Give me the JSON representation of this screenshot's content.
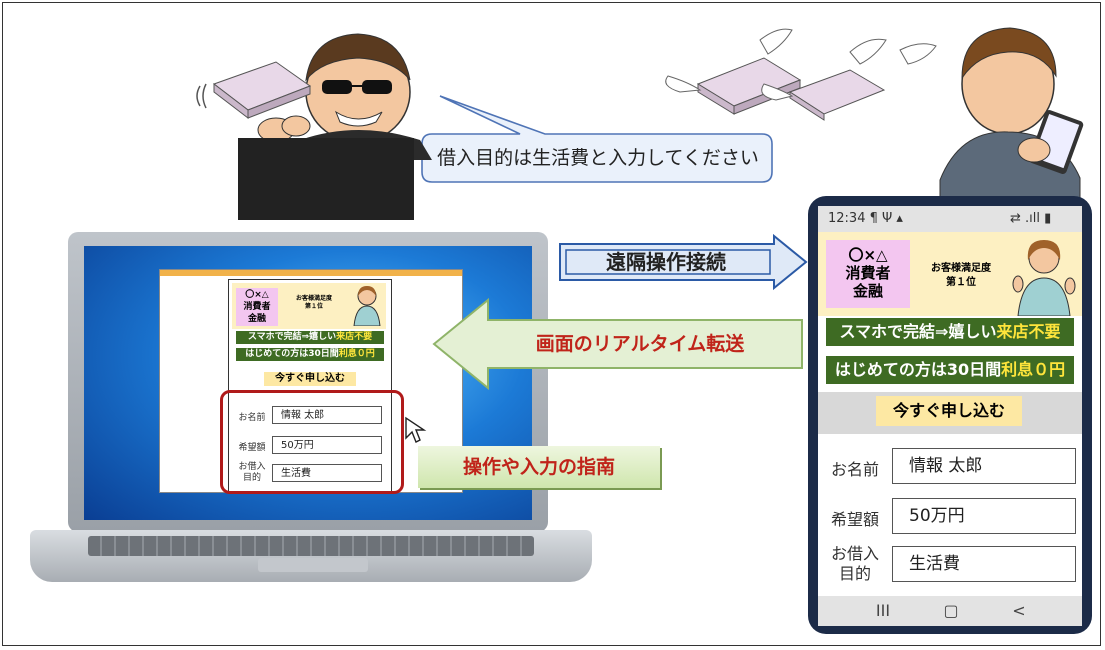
{
  "speech": {
    "text": "借入目的は生活費と入力してください"
  },
  "arrows": {
    "remote": "遠隔操作接続",
    "transfer": "画面のリアルタイム転送",
    "guide": "操作や入力の指南"
  },
  "app": {
    "logo_line1": "〇×△",
    "logo_line2": "消費者",
    "logo_line3": "金融",
    "satisfaction_line1": "お客様満足度",
    "satisfaction_line2": "第１位",
    "band1_pre": "スマホで完結⇒嬉しい",
    "band1_hl": "来店不要",
    "band2_pre": "はじめての方は30日間",
    "band2_hl": "利息０円",
    "apply_button": "今すぐ申し込む",
    "fields": [
      {
        "label": "お名前",
        "value": "情報 太郎"
      },
      {
        "label": "希望額",
        "value": "50万円"
      },
      {
        "label_line1": "お借入",
        "label_line2": "目的",
        "value": "生活費"
      }
    ]
  },
  "phone": {
    "time": "12:34",
    "status_icons": "¶ Ψ ▴",
    "signal_icons": "⇄ .ıll ▮",
    "nav_recent": "III",
    "nav_home": "▢",
    "nav_back": "<"
  },
  "colors": {
    "band": "#3e6b23",
    "highlight": "#ffe53b",
    "logo_bg": "#f3c6f0",
    "header_bg": "#fdf0c2",
    "phone_frame": "#1c2b48",
    "guide_text": "#c0241a"
  }
}
